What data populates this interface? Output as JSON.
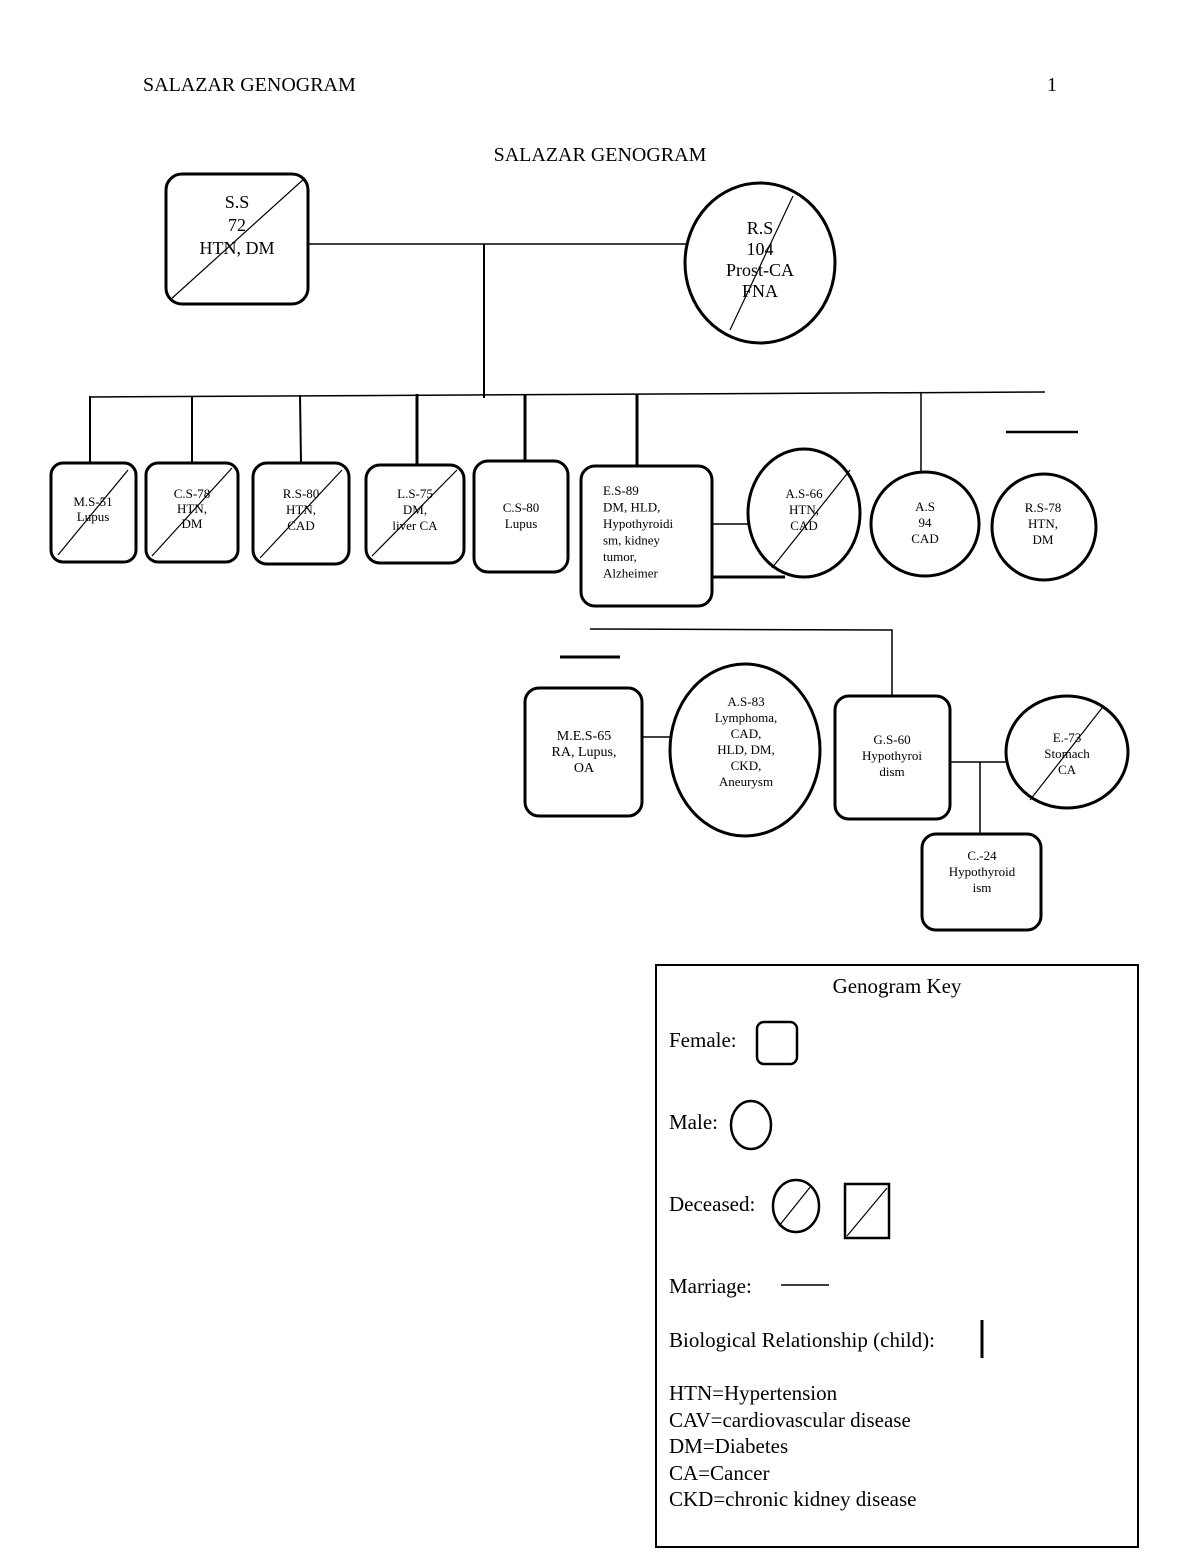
{
  "header": {
    "running_head": "SALAZAR GENOGRAM",
    "page_number": "1"
  },
  "title": "SALAZAR GENOGRAM",
  "people": {
    "ss": [
      "S.S",
      "72",
      "HTN, DM"
    ],
    "rs_top": [
      "R.S",
      "104",
      "Prost-CA",
      "FNA"
    ],
    "ms": [
      "M.S-51",
      "Lupus"
    ],
    "cs78": [
      "C.S-78",
      "HTN,",
      "DM"
    ],
    "rs80": [
      "R.S-80",
      "HTN,",
      "CAD"
    ],
    "ls": [
      "L.S-75",
      "DM,",
      "liver CA"
    ],
    "cs80": [
      "C.S-80",
      "Lupus"
    ],
    "es": [
      "E.S-89",
      "DM, HLD,",
      "Hypothyroidi",
      "sm, kidney",
      "tumor,",
      "Alzheimer"
    ],
    "as66": [
      "A.S-66",
      "HTN,",
      "CAD"
    ],
    "as94": [
      "A.S",
      "94",
      "CAD"
    ],
    "rs78": [
      "R.S-78",
      "HTN,",
      "DM"
    ],
    "mes": [
      "M.E.S-65",
      "RA, Lupus,",
      "OA"
    ],
    "as83": [
      "A.S-83",
      "Lymphoma,",
      "CAD,",
      "HLD, DM,",
      "CKD,",
      "Aneurysm"
    ],
    "gs": [
      "G.S-60",
      "Hypothyroi",
      "dism"
    ],
    "e73": [
      "E.-73",
      "Stomach",
      "CA"
    ],
    "c24": [
      "C.-24",
      "Hypothyroid",
      "ism"
    ]
  },
  "key": {
    "title": "Genogram Key",
    "female": "Female:",
    "male": "Male:",
    "deceased": "Deceased:",
    "marriage": "Marriage:",
    "biological": "Biological Relationship (child):",
    "abbreviations": [
      "HTN=Hypertension",
      "CAV=cardiovascular disease",
      "DM=Diabetes",
      "CA=Cancer",
      "CKD=chronic kidney disease"
    ]
  }
}
